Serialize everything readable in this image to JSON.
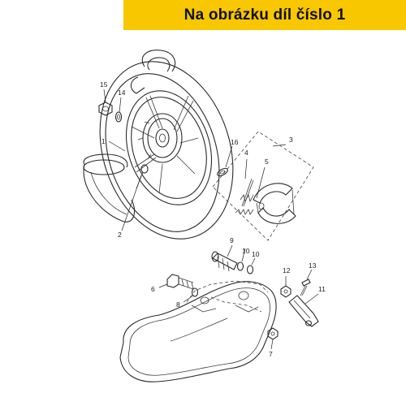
{
  "banner": {
    "text": "Na obrázku díl číslo 1"
  },
  "colors": {
    "banner_bg": "#f8c700",
    "line": "#2a2a2a"
  },
  "callouts": [
    "1",
    "2",
    "3",
    "4",
    "5",
    "6",
    "7",
    "8",
    "9",
    "10",
    "10",
    "11",
    "12",
    "13",
    "14",
    "15",
    "16"
  ]
}
